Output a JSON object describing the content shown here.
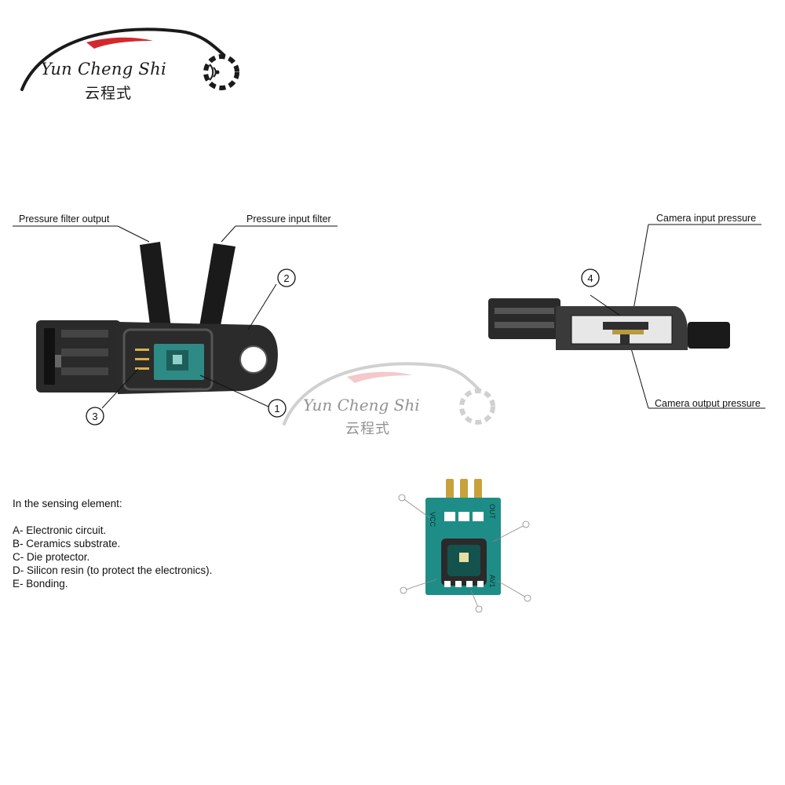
{
  "logo": {
    "text": "Yun Cheng Shi",
    "text_cn": "云程式",
    "colors": {
      "swoosh": "#1a1a1a",
      "accent": "#d4282f",
      "gear": "#1a1a1a"
    }
  },
  "watermark": {
    "text": "Yun Cheng Shi",
    "text_cn": "云程式"
  },
  "left_view": {
    "label_top_left": "Pressure filter output",
    "label_top_right": "Pressure input filter",
    "callouts": [
      "1",
      "2",
      "3"
    ]
  },
  "side_view": {
    "label_top": "Camera input pressure",
    "label_bottom": "Camera output pressure",
    "callout": "4"
  },
  "chip": {
    "pin_left": "VCC",
    "pin_right": "OUT",
    "bottom_mark": "AV1"
  },
  "legend": {
    "heading": "In the sensing element:",
    "items": [
      "A- Electronic circuit.",
      "B- Ceramics substrate.",
      "C- Die protector.",
      "D- Silicon resin (to protect the electronics).",
      "E- Bonding."
    ]
  }
}
